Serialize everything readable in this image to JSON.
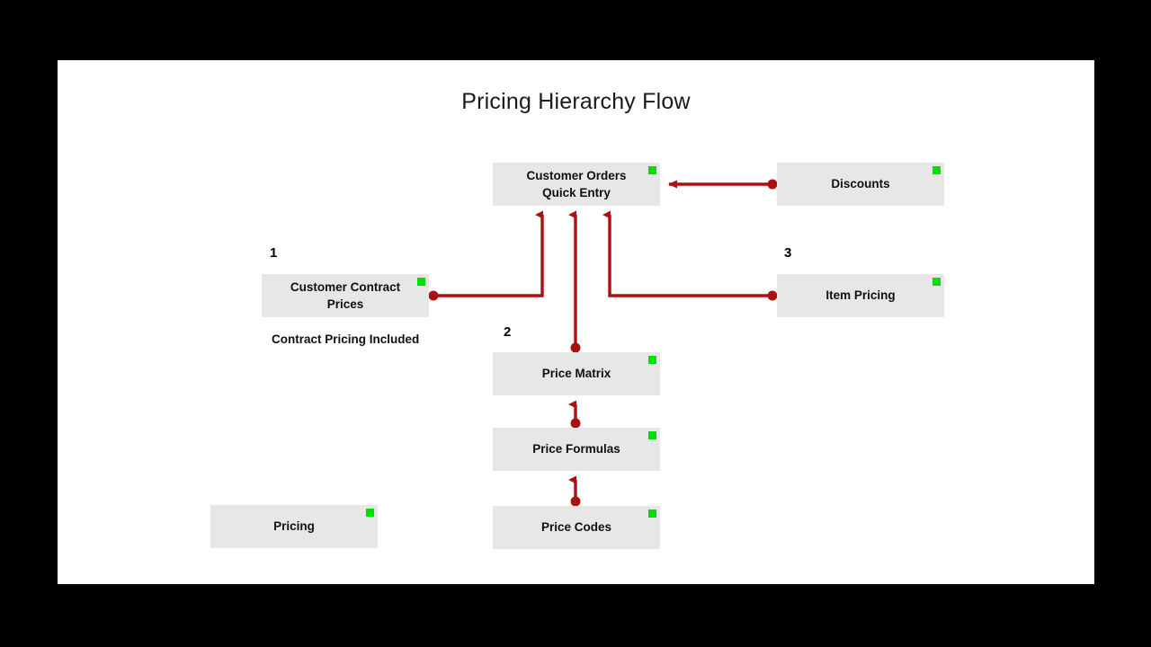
{
  "slide": {
    "title": "Pricing Hierarchy Flow",
    "background": "#000000",
    "canvas_background": "#ffffff"
  },
  "colors": {
    "node_fill": "#e7e7e7",
    "handle_green": "#00e000",
    "connector_red": "#aa1111",
    "text": "#101010"
  },
  "nodes": [
    {
      "id": "customer-orders",
      "label": "Customer Orders\nQuick Entry",
      "handle": "resize-handle"
    },
    {
      "id": "discounts",
      "label": "Discounts",
      "handle": "resize-handle"
    },
    {
      "id": "contract-prices",
      "label": "Customer Contract\nPrices",
      "handle": "resize-handle"
    },
    {
      "id": "item-pricing",
      "label": "Item Pricing",
      "handle": "resize-handle"
    },
    {
      "id": "price-matrix",
      "label": "Price Matrix",
      "handle": "resize-handle"
    },
    {
      "id": "price-formulas",
      "label": "Price Formulas",
      "handle": "resize-handle"
    },
    {
      "id": "price-codes",
      "label": "Price Codes",
      "handle": "resize-handle"
    },
    {
      "id": "pricing",
      "label": "Pricing",
      "handle": "resize-handle"
    }
  ],
  "step_numbers": {
    "one": "1",
    "two": "2",
    "three": "3"
  },
  "notes": {
    "contract_pricing": "Contract Pricing Included"
  },
  "chart_data": {
    "type": "diagram",
    "title": "Pricing Hierarchy Flow",
    "nodes": [
      "Customer Orders Quick Entry",
      "Discounts",
      "Customer Contract Prices",
      "Item Pricing",
      "Price Matrix",
      "Price Formulas",
      "Price Codes",
      "Pricing"
    ],
    "edges": [
      {
        "from": "Discounts",
        "to": "Customer Orders Quick Entry",
        "style": "elbow-arrow",
        "direction": "left"
      },
      {
        "from": "Customer Contract Prices",
        "to": "Customer Orders Quick Entry",
        "style": "elbow-arrow",
        "label": "1"
      },
      {
        "from": "Price Matrix",
        "to": "Customer Orders Quick Entry",
        "style": "straight-arrow",
        "label": "2"
      },
      {
        "from": "Item Pricing",
        "to": "Customer Orders Quick Entry",
        "style": "elbow-arrow",
        "label": "3"
      },
      {
        "from": "Price Formulas",
        "to": "Price Matrix",
        "style": "straight-arrow"
      },
      {
        "from": "Price Codes",
        "to": "Price Formulas",
        "style": "straight-arrow"
      }
    ],
    "annotations": [
      "Contract Pricing Included"
    ]
  }
}
